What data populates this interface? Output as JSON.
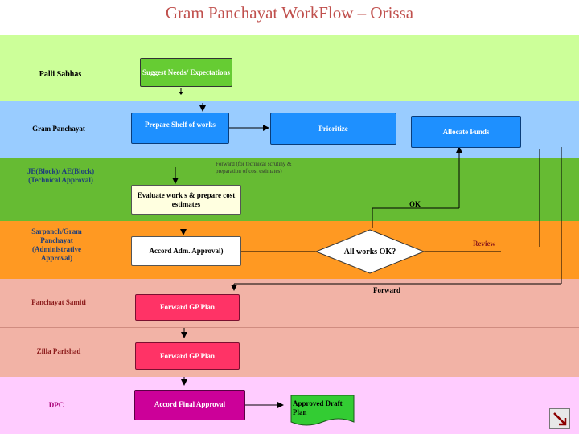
{
  "title": "Gram Panchayat WorkFlow – Orissa",
  "lanes": {
    "palli": "Palli Sabhas",
    "gp": "Gram Panchayat",
    "je": "JE(Block)/ AE(Block) (Technical Approval)",
    "sarpanch": "Sarpanch/Gram Panchayat (Administrative Approval)",
    "samiti": "Panchayat Samiti",
    "zilla": "Zilla Parishad",
    "dpc": "DPC"
  },
  "boxes": {
    "suggest": "Suggest Needs/ Expectations",
    "shelf": "Prepare Shelf of works",
    "prioritize": "Prioritize",
    "allocate": "Allocate Funds",
    "evaluate": "Evaluate work s & prepare cost estimates",
    "accord_adm": "Accord Adm. Approval)",
    "decision": "All works OK?",
    "fwd_gp1": "Forward GP Plan",
    "fwd_gp2": "Forward GP Plan",
    "final": "Accord Final Approval",
    "approved": "Approved Draft Plan"
  },
  "labels": {
    "forward_note": "Forward (for technical scrutiny & preparation of cost estimates)",
    "ok": "OK",
    "review": "Review",
    "forward": "Forward"
  },
  "colors": {
    "palli": "#ccff99",
    "gp": "#99ccff",
    "je": "#66bb33",
    "sarpanch": "#ff9922",
    "samiti": "#f2b3a6",
    "zilla": "#f2b3a6",
    "dpc": "#ffccff",
    "box_green": "#66cc33",
    "box_blue": "#1e90ff",
    "box_red": "#ff3366",
    "box_magenta": "#cc0099",
    "box_draft": "#33cc33"
  }
}
